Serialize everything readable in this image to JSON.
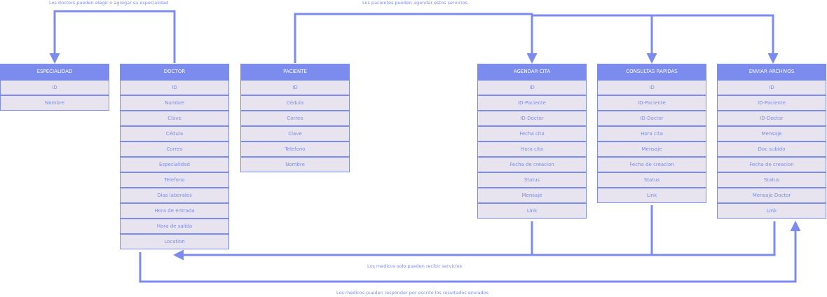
{
  "colors": {
    "accent": "#7b8cee",
    "field_bg": "#e7e4f0",
    "header_text": "#ffffff"
  },
  "captions": {
    "doctor_specialty": "Los doctors pueden elegir o agregar su especialidad",
    "patient_services": "Los pacientes pueden agendar estos servicios",
    "doctor_receive": "Los medicos solo pueden recibir servicios",
    "doctor_respond": "Los medicos pueden responder por escrito los resultados enviados"
  },
  "entities": {
    "especialidad": {
      "title": "ESPECIALIDAD",
      "fields": [
        "ID",
        "Nombre"
      ]
    },
    "doctor": {
      "title": "DOCTOR",
      "fields": [
        "ID",
        "Nombre",
        "Clave",
        "Cédula",
        "Correo",
        "Especialidad",
        "Telefono",
        "Dias laborales",
        "Hora de entrada",
        "Hora de salida",
        "Location"
      ]
    },
    "paciente": {
      "title": "PACIENTE",
      "fields": [
        "ID",
        "Cédula",
        "Correo",
        "Clave",
        "Telefono",
        "Nombre"
      ]
    },
    "agendar": {
      "title": "AGENDAR CITA",
      "fields": [
        "ID",
        "ID-Paciente",
        "ID-Doctor",
        "Fecha cita",
        "Hora cita",
        "Fecha de creacion",
        "Status",
        "Mensaje",
        "Link"
      ]
    },
    "consultas": {
      "title": "CONSULTAS RAPIDAS",
      "fields": [
        "ID",
        "ID-Paciente",
        "ID-Doctor",
        "Hora cita",
        "Mensaje",
        "Fecha de creacion",
        "Status",
        "Link"
      ]
    },
    "archivos": {
      "title": "ENVIAR ARCHIVOS",
      "fields": [
        "ID",
        "ID-Paciente",
        "ID-Doctor",
        "Mensaje",
        "Doc subido",
        "Fecha de creacion",
        "Status",
        "Mensaje Doctor",
        "Link"
      ]
    }
  }
}
